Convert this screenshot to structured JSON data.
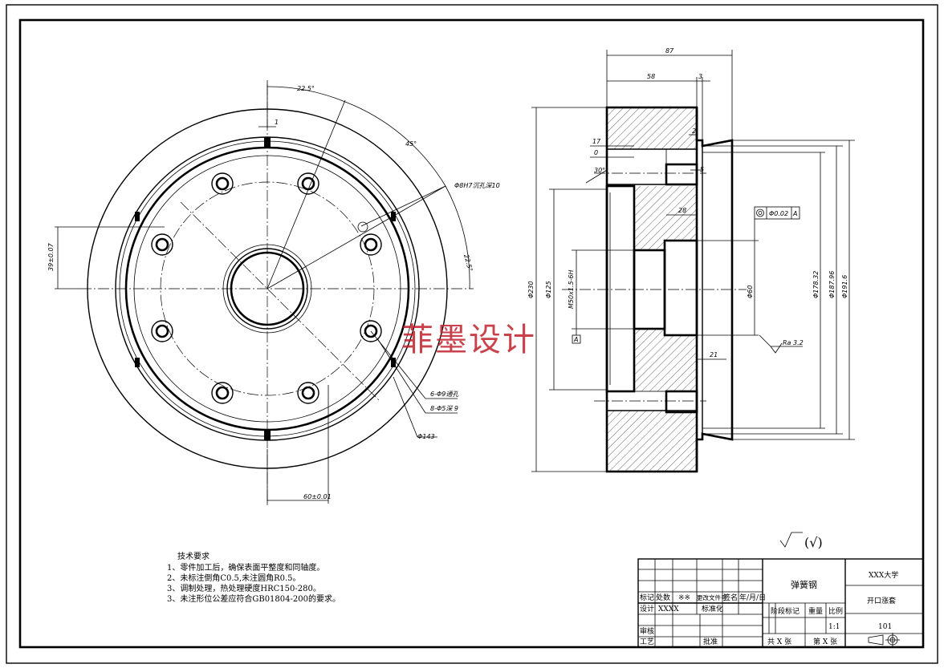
{
  "watermark": "菲墨设计",
  "front_view": {
    "dims": {
      "angle_a": "22.5°",
      "angle_b": "45°",
      "angle_c": "22.5°",
      "slot": "1",
      "hole_sq": "39±0.07",
      "hole_span": "60±0.01",
      "pin_hole": "Φ8H7沉孔深10",
      "thru_hole": "6-Φ9通孔",
      "cbore": "8-Φ5深 9",
      "pcd": "Φ143"
    }
  },
  "section_view": {
    "dims": {
      "overall": "87",
      "depth_a": "58",
      "lip": "3",
      "d17": "17",
      "d0": "0",
      "chamfer": "30°",
      "t2": "2",
      "t5": "5",
      "bore_depth": "28",
      "b21": "21",
      "thread": "M50x1.5-6H",
      "dia_outer": "Φ230",
      "dia_shoulder": "Φ125",
      "dia_bore": "Φ60",
      "dia_178": "Φ178.32",
      "dia_187": "Φ187.96",
      "dia_191": "Φ191.6",
      "datum": "A",
      "tol_value": "Φ0.02",
      "tol_datum": "A",
      "roughness": "Ra 3.2"
    }
  },
  "general_roughness": "(√)",
  "tech_notes": {
    "title": "技术要求",
    "items": [
      "1、零件加工后，确保表面平整度和同轴度。",
      "2、未标注倒角C0.5,未注圆角R0.5。",
      "3、调制处理，热处理硬度HRC150-280。",
      "3、未注形位公差应符合GB01804-200的要求。"
    ]
  },
  "title_block": {
    "material": "弹簧钢",
    "university": "XXX大学",
    "part_name": "开口涨套",
    "drawing_no": "101",
    "scale": "1:1",
    "stage_mark": "阶段标记",
    "weight": "重量",
    "ratio": "比例",
    "sheet_total": "共 X 张",
    "sheet_no": "第 X 张",
    "h_mark": "标记",
    "h_count": "处数",
    "h_xx": "※※",
    "h_change": "更改文件号",
    "h_sign": "签名",
    "h_date": "年/月/日",
    "design": "设计",
    "designer": "XXXX",
    "standard": "标准化",
    "review": "审核",
    "process": "工艺",
    "approve": "批准"
  }
}
